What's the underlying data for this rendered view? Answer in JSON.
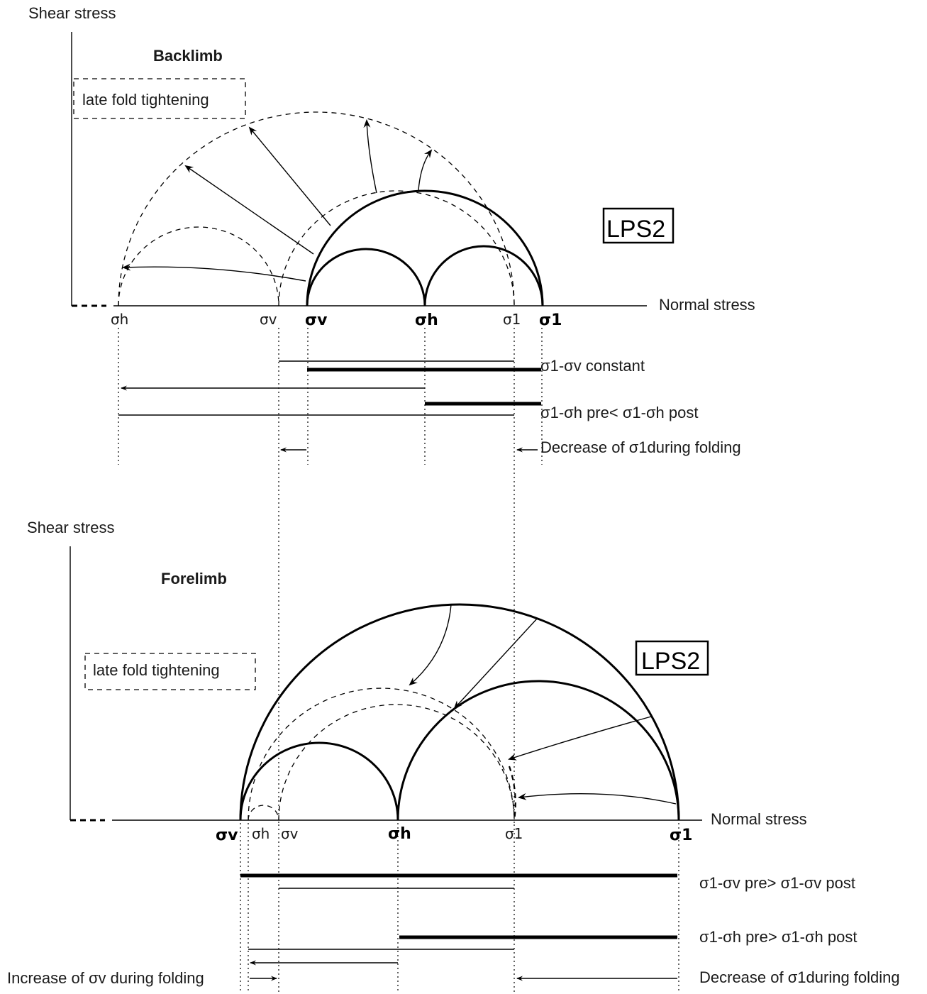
{
  "axes": {
    "shear_label": "Shear stress",
    "normal_label": "Normal stress"
  },
  "top": {
    "title": "Backlimb",
    "note": "late fold tightening",
    "box_label": "LPS2",
    "ticks": {
      "sh_post": "σh",
      "sv_post": "σv",
      "sv_pre": "σv",
      "sh_pre": "σh",
      "s1_post": "σ1",
      "s1_pre": "σ1"
    },
    "annotations": {
      "a1": "σ1-σv constant",
      "a2": "σ1-σh pre< σ1-σh post",
      "a3": "Decrease of σ1during folding"
    }
  },
  "bottom": {
    "title": "Forelimb",
    "note": "late fold tightening",
    "box_label": "LPS2",
    "ticks": {
      "sv_pre": "σv",
      "sh_post": "σh",
      "sv_post": "σv",
      "sh_pre": "σh",
      "s1_post": "σ1",
      "s1_pre": "σ1"
    },
    "annotations": {
      "a1": "σ1-σv pre> σ1-σv post",
      "a2": "σ1-σh pre> σ1-σh post",
      "a3": "Decrease of σ1during folding",
      "a4": "Increase of σv during folding"
    }
  }
}
